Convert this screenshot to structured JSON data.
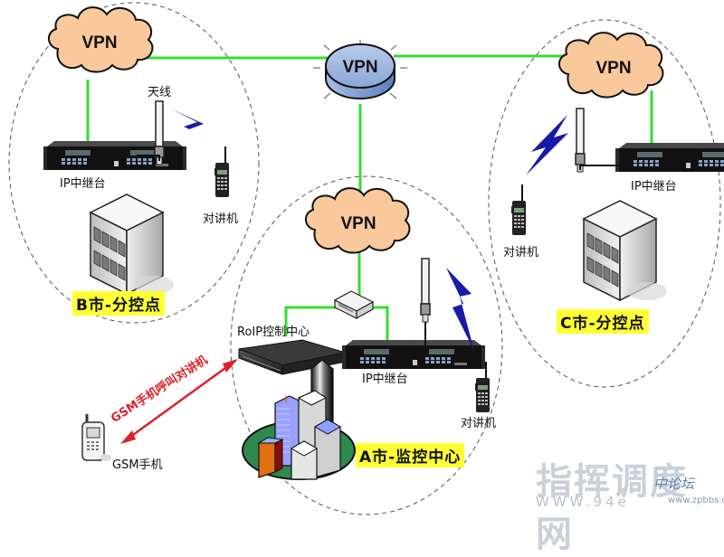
{
  "colors": {
    "link_green": "#33dd33",
    "cloud_fill": "#f9c89b",
    "router_fill": "#9db4dc",
    "zone_label_bg": "#ffff33",
    "radio_wave": "#1a1aa8",
    "gsm_arrow": "#e0202a"
  },
  "core": {
    "router_label": "VPN",
    "router_icon": "router-icon"
  },
  "zones": {
    "b": {
      "label": "B市-分控点",
      "cloud_label": "VPN",
      "antenna_label": "天线",
      "repeater_label": "IP中继台",
      "radio_label": "对讲机",
      "building_icon": "office-building-icon"
    },
    "c": {
      "label": "C市-分控点",
      "cloud_label": "VPN",
      "repeater_label": "IP中继台",
      "radio_label": "对讲机",
      "building_icon": "office-building-icon"
    },
    "a": {
      "label": "A市-监控中心",
      "cloud_label": "VPN",
      "switch_icon": "network-switch-icon",
      "roip_label": "RoIP控制中心",
      "repeater_label": "IP中继台",
      "radio_label": "对讲机",
      "city_icon": "city-buildings-icon"
    }
  },
  "gsm": {
    "phone_label": "GSM手机",
    "call_label": "GSM手机呼叫对讲机"
  },
  "watermark": {
    "title": "指挥调度网",
    "url": "WWW.94e",
    "overlay_cn": "中论坛",
    "overlay_url": "www.zpbbs.cn"
  }
}
